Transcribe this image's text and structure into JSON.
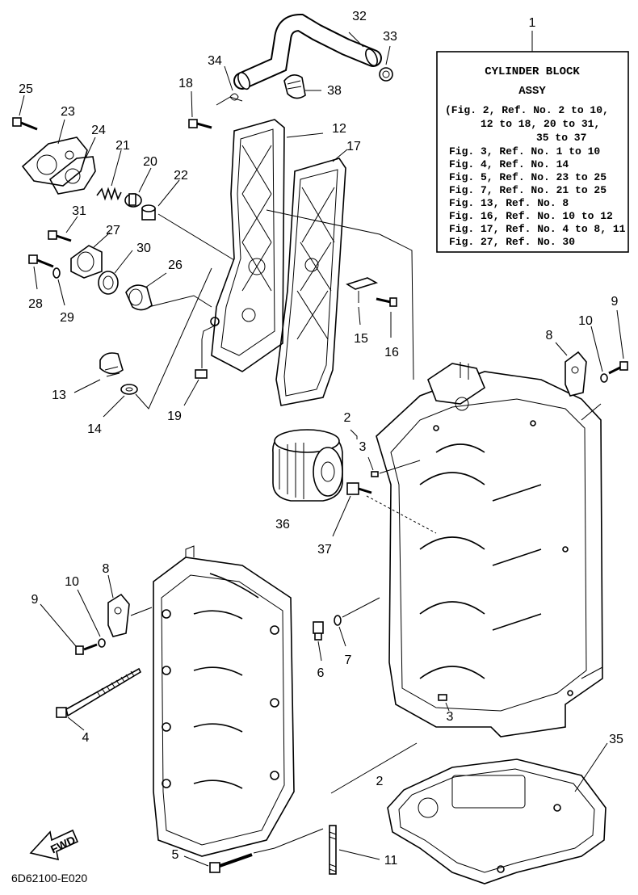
{
  "ref_box": {
    "number": "1",
    "title_line1": "CYLINDER BLOCK",
    "title_line2": "ASSY",
    "lines": [
      "(Fig. 2, Ref. No. 2 to 10,",
      "12 to 18, 20 to 31,",
      "35 to 37",
      "Fig. 3, Ref. No. 1 to 10",
      "Fig. 4, Ref. No. 14",
      "Fig. 5, Ref. No. 23 to 25",
      "Fig. 7, Ref. No. 21 to 25",
      "Fig. 13, Ref. No. 8",
      "Fig. 16, Ref. No. 10 to 12",
      "Fig. 17, Ref. No. 4 to 8, 11",
      "Fig. 27, Ref. No. 30"
    ]
  },
  "callouts": {
    "c2a": "2",
    "c2b": "2",
    "c3a": "3",
    "c3b": "3",
    "c4": "4",
    "c5": "5",
    "c6": "6",
    "c7": "7",
    "c8a": "8",
    "c8b": "8",
    "c9a": "9",
    "c9b": "9",
    "c10a": "10",
    "c10b": "10",
    "c11": "11",
    "c12": "12",
    "c13": "13",
    "c14": "14",
    "c15": "15",
    "c16": "16",
    "c17": "17",
    "c18": "18",
    "c19": "19",
    "c20": "20",
    "c21": "21",
    "c22": "22",
    "c23": "23",
    "c24": "24",
    "c25": "25",
    "c26": "26",
    "c27": "27",
    "c28": "28",
    "c29": "29",
    "c30": "30",
    "c31": "31",
    "c32": "32",
    "c33": "33",
    "c34": "34",
    "c35": "35",
    "c36": "36",
    "c37": "37",
    "c38": "38"
  },
  "fwd_label": "FWD",
  "diagram_code": "6D62100-E020"
}
